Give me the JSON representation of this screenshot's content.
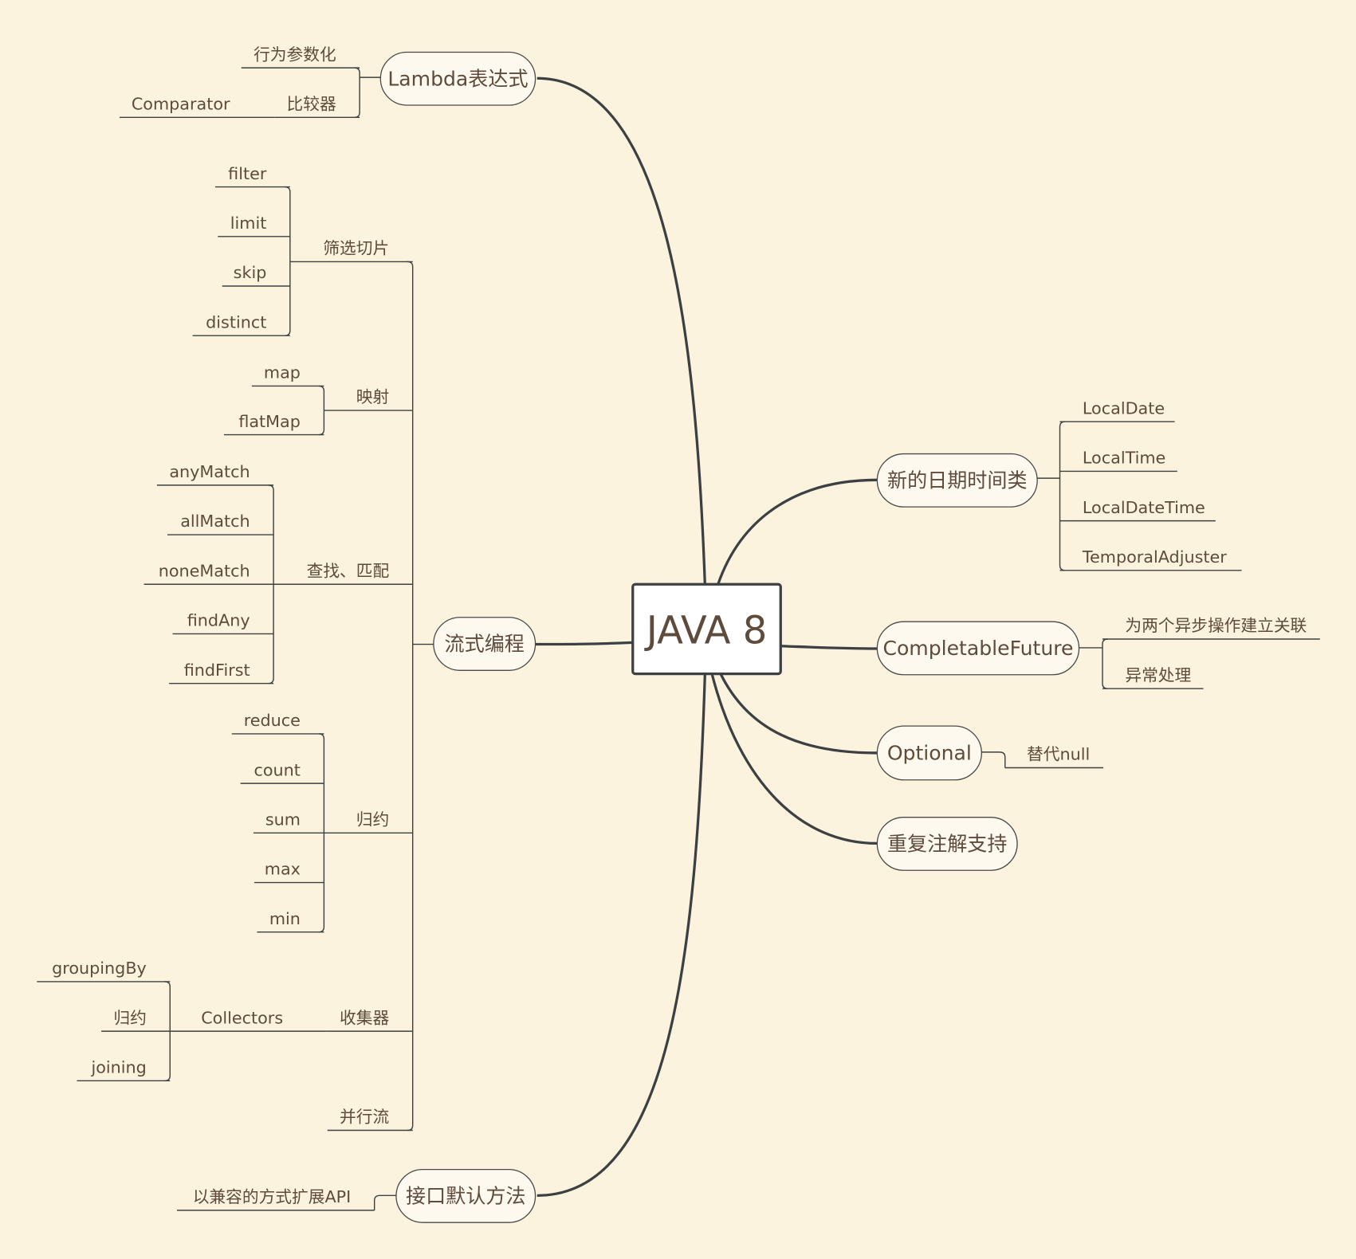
{
  "center": "JAVA 8",
  "lambda": {
    "label": "Lambda表达式",
    "items": [
      "行为参数化",
      "比较器"
    ],
    "sub": "Comparator"
  },
  "stream": {
    "label": "流式编程",
    "groups": [
      {
        "label": "筛选切片",
        "items": [
          "filter",
          "limit",
          "skip",
          "distinct"
        ]
      },
      {
        "label": "映射",
        "items": [
          "map",
          "flatMap"
        ]
      },
      {
        "label": "查找、匹配",
        "items": [
          "anyMatch",
          "allMatch",
          "noneMatch",
          "findAny",
          "findFirst"
        ]
      },
      {
        "label": "归约",
        "items": [
          "reduce",
          "count",
          "sum",
          "max",
          "min"
        ]
      },
      {
        "label": "收集器",
        "sub": "Collectors",
        "items": [
          "groupingBy",
          "归约",
          "joining"
        ]
      },
      {
        "label": "并行流"
      }
    ]
  },
  "interface": {
    "label": "接口默认方法",
    "items": [
      "以兼容的方式扩展API"
    ]
  },
  "datetime": {
    "label": "新的日期时间类",
    "items": [
      "LocalDate",
      "LocalTime",
      "LocalDateTime",
      "TemporalAdjuster"
    ]
  },
  "completable": {
    "label": "CompletableFuture",
    "items": [
      "为两个异步操作建立关联",
      "异常处理"
    ]
  },
  "optional": {
    "label": "Optional",
    "items": [
      "替代null"
    ]
  },
  "repeat": {
    "label": "重复注解支持"
  },
  "colors": {
    "background": "#fbf3dd",
    "line": "#3d4042",
    "text": "#5e4b3c"
  }
}
